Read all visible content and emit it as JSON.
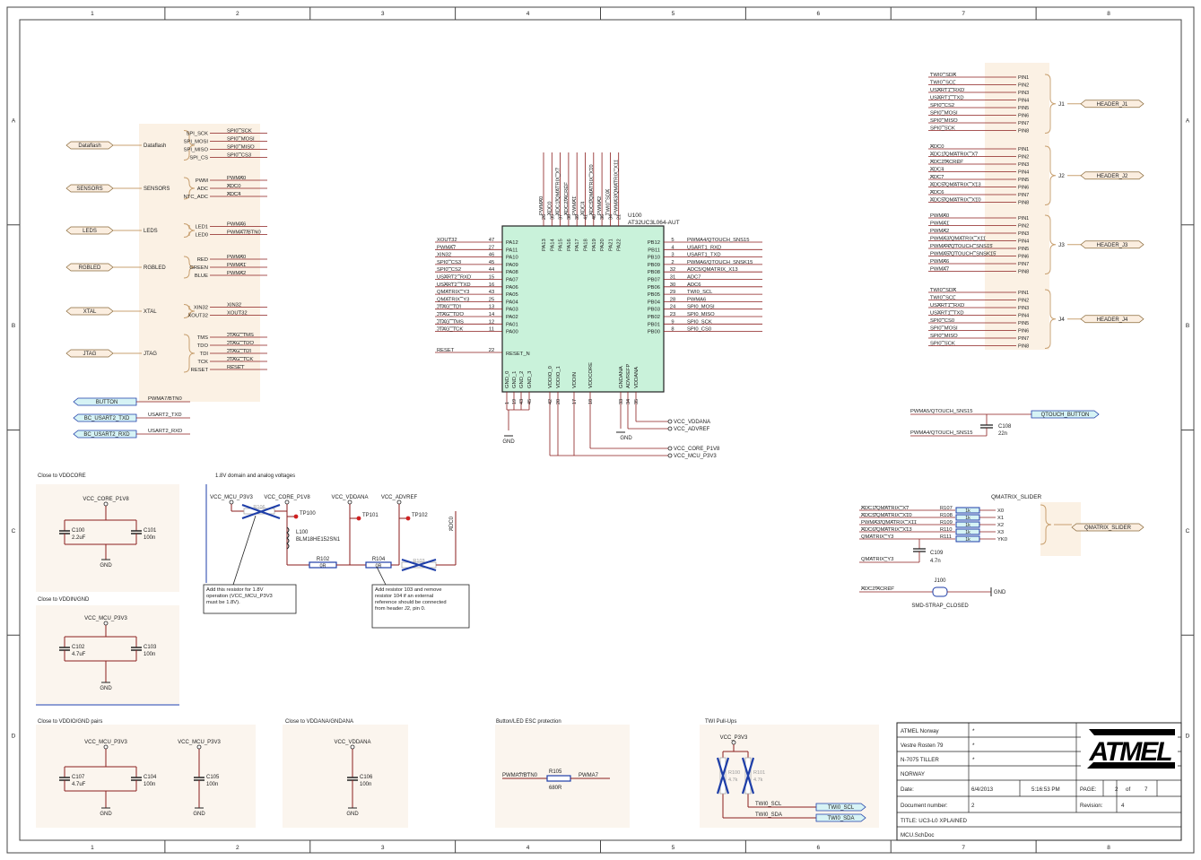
{
  "frame": {
    "cols": [
      "1",
      "2",
      "3",
      "4",
      "5",
      "6",
      "7",
      "8"
    ],
    "rows": [
      "A",
      "B",
      "C",
      "D"
    ]
  },
  "sheet_symbols": [
    {
      "id": "s1",
      "label": "Dataflash",
      "port": "Dataflash",
      "pins": [
        "SPI_SCK",
        "SPI_MOSI",
        "SPI_MISO",
        "SPI_CS"
      ],
      "nets": [
        "SPI0_SCK",
        "SPI0_MOSI",
        "SPI0_MISO",
        "SPI0_CS3"
      ]
    },
    {
      "id": "s2",
      "label": "SENSORS",
      "port": "SENSORS",
      "pins": [
        "PWM",
        "ADC",
        "NTC_ADC"
      ],
      "nets": [
        "PWMA0",
        "ADC0",
        "ADC4"
      ]
    },
    {
      "id": "s3",
      "label": "LEDS",
      "port": "LEDS",
      "pins": [
        "LED1",
        "LED0"
      ],
      "nets": [
        "PWMA6",
        "PWMA7/BTN0"
      ]
    },
    {
      "id": "s4",
      "label": "RGBLED",
      "port": "RGBLED",
      "pins": [
        "RED",
        "GREEN",
        "BLUE"
      ],
      "nets": [
        "PWMA0",
        "PWMA1",
        "PWMA2"
      ]
    },
    {
      "id": "s5",
      "label": "XTAL",
      "port": "XTAL",
      "pins": [
        "XIN32",
        "XOUT32"
      ],
      "nets": [
        "XIN32",
        "XOUT32"
      ]
    },
    {
      "id": "s6",
      "label": "JTAG",
      "port": "JTAG",
      "pins": [
        "TMS",
        "TDO",
        "TDI",
        "TCK",
        "RESET"
      ],
      "nets": [
        "JTAG_TMS",
        "JTAG_TDO",
        "JTAG_TDI",
        "JTAG_TCK",
        "RESET"
      ]
    }
  ],
  "left_ports": [
    {
      "port": "BUTTON",
      "net": "PWMA7/BTN0"
    },
    {
      "port": "BC_USART2_TXD",
      "net": "USART2_TXD"
    },
    {
      "port": "BC_USART2_RXD",
      "net": "USART2_RXD"
    }
  ],
  "mcu": {
    "ref": "U100",
    "part": "AT32UC3L064-AUT",
    "left_pins": [
      {
        "net": "XOUT32",
        "num": "47",
        "name": "PA12"
      },
      {
        "net": "PWMA7",
        "num": "27",
        "name": "PA11"
      },
      {
        "net": "XIN32",
        "num": "46",
        "name": "PA10"
      },
      {
        "net": "SPI0_CS3",
        "num": "45",
        "name": "PA09"
      },
      {
        "net": "SPI0_CS2",
        "num": "44",
        "name": "PA08"
      },
      {
        "net": "USART2_RXD",
        "num": "15",
        "name": "PA07"
      },
      {
        "net": "USART2_TXD",
        "num": "16",
        "name": "PA06"
      },
      {
        "net": "QMATRIX_Y3",
        "num": "43",
        "name": "PA05"
      },
      {
        "net": "QMATRIX_Y3",
        "num": "25",
        "name": "PA04"
      },
      {
        "net": "JTAG_TDI",
        "num": "13",
        "name": "PA03"
      },
      {
        "net": "JTAG_TDO",
        "num": "14",
        "name": "PA02"
      },
      {
        "net": "JTAG_TMS",
        "num": "12",
        "name": "PA01"
      },
      {
        "net": "JTAG_TCK",
        "num": "11",
        "name": "PA00"
      }
    ],
    "reset": {
      "net": "RESET",
      "num": "22",
      "name": "RESET_N"
    },
    "right_pins": [
      {
        "name": "PB12",
        "num": "5",
        "net": "PWMA4/QTOUCH_SNS15"
      },
      {
        "name": "PB11",
        "num": "4",
        "net": "USART1_RXD"
      },
      {
        "name": "PB10",
        "num": "3",
        "net": "USART1_TXD"
      },
      {
        "name": "PB09",
        "num": "2",
        "net": "PWMA6/QTOUCH_SNSK15"
      },
      {
        "name": "PB08",
        "num": "32",
        "net": "ADC5/QMATRIX_X13"
      },
      {
        "name": "PB07",
        "num": "31",
        "net": "ADC7"
      },
      {
        "name": "PB06",
        "num": "30",
        "net": "ADC6"
      },
      {
        "name": "PB05",
        "num": "29",
        "net": "TWI0_SCL"
      },
      {
        "name": "PB04",
        "num": "28",
        "net": "PWMA6"
      },
      {
        "name": "PB03",
        "num": "24",
        "net": "SPI0_MOSI"
      },
      {
        "name": "PB02",
        "num": "23",
        "net": "SPI0_MISO"
      },
      {
        "name": "PB01",
        "num": "9",
        "net": "SPI0_SCK"
      },
      {
        "name": "PB00",
        "num": "8",
        "net": "SPI0_CS0"
      }
    ],
    "top_pins": [
      {
        "name": "PA13",
        "num": "26",
        "net": "PWMA0"
      },
      {
        "name": "PA14",
        "num": "35",
        "net": "ADC0"
      },
      {
        "name": "PA15",
        "num": "37",
        "net": "ADC1/QMATRIX_X7"
      },
      {
        "name": "PA16",
        "num": "38",
        "net": "ADC2/ACREF"
      },
      {
        "name": "PA17",
        "num": "39",
        "net": "PWMA1"
      },
      {
        "name": "PA18",
        "num": "41",
        "net": "ADC4"
      },
      {
        "name": "PA19",
        "num": "40",
        "net": "ADC5/QMATRIX_X10"
      },
      {
        "name": "PA20",
        "num": "36",
        "net": "PWMA2"
      },
      {
        "name": "PA21",
        "num": "34",
        "net": "TWI0_SDA"
      },
      {
        "name": "PA22",
        "num": "21",
        "net": "PWMA3/QMATRIX_X11"
      }
    ],
    "bottom_pins": [
      {
        "name": "GND_0",
        "num": "1"
      },
      {
        "name": "GND_1",
        "num": "19"
      },
      {
        "name": "GND_2",
        "num": "43"
      },
      {
        "name": "GND_3",
        "num": "45"
      },
      {
        "name": "VDDIO_0",
        "num": "42"
      },
      {
        "name": "VDDIO_1",
        "num": "20"
      },
      {
        "name": "VDDIN",
        "num": "17"
      },
      {
        "name": "VDDCORE",
        "num": "18"
      },
      {
        "name": "GNDANA",
        "num": "33"
      },
      {
        "name": "ADVREFP",
        "num": "34"
      },
      {
        "name": "VDDANA",
        "num": "35"
      }
    ],
    "bottom_nets": [
      "GND",
      "VCC_VDDANA",
      "VCC_ADVREF",
      "GND",
      "VCC_CORE_P1V8",
      "VCC_MCU_P3V3"
    ]
  },
  "headers": [
    {
      "ref": "J1",
      "port": "HEADER_J1",
      "nets": [
        "TWI0_SDA",
        "TWI0_SCL",
        "USART1_RXD",
        "USART1_TXD",
        "SPI0_CS2",
        "SPI0_MOSI",
        "SPI0_MISO",
        "SPI0_SCK"
      ]
    },
    {
      "ref": "J2",
      "port": "HEADER_J2",
      "nets": [
        "ADC0",
        "ADC1/QMATRIX_X7",
        "ADC2/ACREF",
        "ADC4",
        "ADC7",
        "ADC5/QMATRIX_X13",
        "ADC6",
        "ADC5/QMATRIX_X10"
      ]
    },
    {
      "ref": "J3",
      "port": "HEADER_J3",
      "nets": [
        "PWMA0",
        "PWMA1",
        "PWMA2",
        "PWMA3/QMATRIX_X11",
        "PWMA4/QTOUCH_SNS15",
        "PWMA5/QTOUCH_SNSK15",
        "PWMA6",
        "PWMA7"
      ]
    },
    {
      "ref": "J4",
      "port": "HEADER_J4",
      "nets": [
        "TWI0_SDA",
        "TWI0_SCL",
        "USART1_RXD",
        "USART1_TXD",
        "SPI0_CS0",
        "SPI0_MOSI",
        "SPI0_MISO",
        "SPI0_SCK"
      ]
    }
  ],
  "header_pins": [
    "PIN1",
    "PIN2",
    "PIN3",
    "PIN4",
    "PIN5",
    "PIN6",
    "PIN7",
    "PIN8"
  ],
  "qtouch": {
    "net1": "PWMA5/QTOUCH_SNS15",
    "net2": "PWMA4/QTOUCH_SNS15",
    "port": "QTOUCH_BUTTON",
    "cap_ref": "C108",
    "cap_val": "22n"
  },
  "slider": {
    "title": "QMATRIX_SLIDER",
    "port": "QMATRIX_SLIDER",
    "rows": [
      {
        "net": "ADC1/QMATRIX_X7",
        "ref": "R107",
        "val": "1k",
        "pin": "X0"
      },
      {
        "net": "ADC5/QMATRIX_X10",
        "ref": "R108",
        "val": "1k",
        "pin": "X1"
      },
      {
        "net": "PWMA3/QMATRIX_X11",
        "ref": "R109",
        "val": "1k",
        "pin": "X2"
      },
      {
        "net": "ADC6/QMATRIX_X13",
        "ref": "R110",
        "val": "1k",
        "pin": "X3"
      },
      {
        "net": "QMATRIX_Y3",
        "ref": "R111",
        "val": "1k",
        "pin": "YK0"
      }
    ],
    "cap_ref": "C109",
    "cap_val": "4.7n",
    "y3_net": "QMATRIX_Y3"
  },
  "strap": {
    "net": "ADC2/ACREF",
    "ref": "J100",
    "label": "SMD-STRAP_CLOSED",
    "gnd": "GND"
  },
  "vddcore": {
    "title": "Close to VDDCORE",
    "net": "VCC_CORE_P1V8",
    "c1_ref": "C100",
    "c1_val": "2.2uF",
    "c2_ref": "C101",
    "c2_val": "100n",
    "gnd": "GND"
  },
  "vddin": {
    "title": "Close to VDDIN/GND",
    "net": "VCC_MCU_P3V3",
    "c1_ref": "C102",
    "c1_val": "4.7uF",
    "c2_ref": "C103",
    "c2_val": "100n",
    "gnd": "GND"
  },
  "vddio": {
    "title": "Close to VDDIO/GND pairs",
    "net1": "VCC_MCU_P3V3",
    "net2": "VCC_MCU_P3V3",
    "c1_ref": "C107",
    "c1_val": "4.7uF",
    "c2_ref": "C104",
    "c2_val": "100n",
    "c3_ref": "C105",
    "c3_val": "100n",
    "gnd": "GND"
  },
  "vddana": {
    "title": "Close to VDDANA/GNDANA",
    "net": "VCC_VDDANA",
    "c_ref": "C106",
    "c_val": "100n",
    "gnd": "GND"
  },
  "domain": {
    "title": "1.8V domain and analog voltages",
    "nets": [
      "VCC_MCU_P3V3",
      "VCC_CORE_P1V8",
      "VCC_VDDANA",
      "VCC_ADVREF"
    ],
    "r106": "R106",
    "tp100": "TP100",
    "tp101": "TP101",
    "tp102": "TP102",
    "l_ref": "L100",
    "l_val": "BLM18HE152SN1",
    "r102": "R102",
    "r102_val": "0R",
    "r104": "R104",
    "r104_val": "0R",
    "r103": "R103",
    "adc_net": "ADC0",
    "note1": [
      "Add this resistor for 1.8V",
      "operation (VCC_MCU_P3V3",
      "must be 1.8V)."
    ],
    "note2": [
      "Add resistor 103 and remove",
      "resistor 104 if an external",
      "reference should be connected",
      "from header J2, pin 0."
    ]
  },
  "button_esd": {
    "title": "Button/LED ESC protection",
    "net1": "PWMA7/BTN0",
    "ref": "R105",
    "val": "680R",
    "net2": "PWMA7"
  },
  "twi": {
    "title": "TWI Pull-Ups",
    "vcc": "VCC_P3V3",
    "r1": "R100",
    "r1_val": "4.7k",
    "r2": "R101",
    "r2_val": "4.7k",
    "net1": "TWI0_SCL",
    "net2": "TWI0_SDA",
    "port1": "TWI0_SCL",
    "port2": "TWI0_SDA"
  },
  "title_block": {
    "company": [
      "ATMEL Norway",
      "Vestre Rosten 79",
      "N-7075 TILLER",
      "NORWAY"
    ],
    "stars": [
      "*",
      "*",
      "*"
    ],
    "logo": "ATMEL",
    "date_label": "Date:",
    "date": "6/4/2013",
    "time": "5:16:53 PM",
    "page_label": "PAGE:",
    "page": "2",
    "of": "of",
    "pages": "7",
    "docnum_label": "Document number:",
    "docnum": "2",
    "rev_label": "Revision:",
    "rev": "4",
    "title": "TITLE:  UC3-L0 XPLAINED",
    "file": "MCU.SchDoc"
  }
}
